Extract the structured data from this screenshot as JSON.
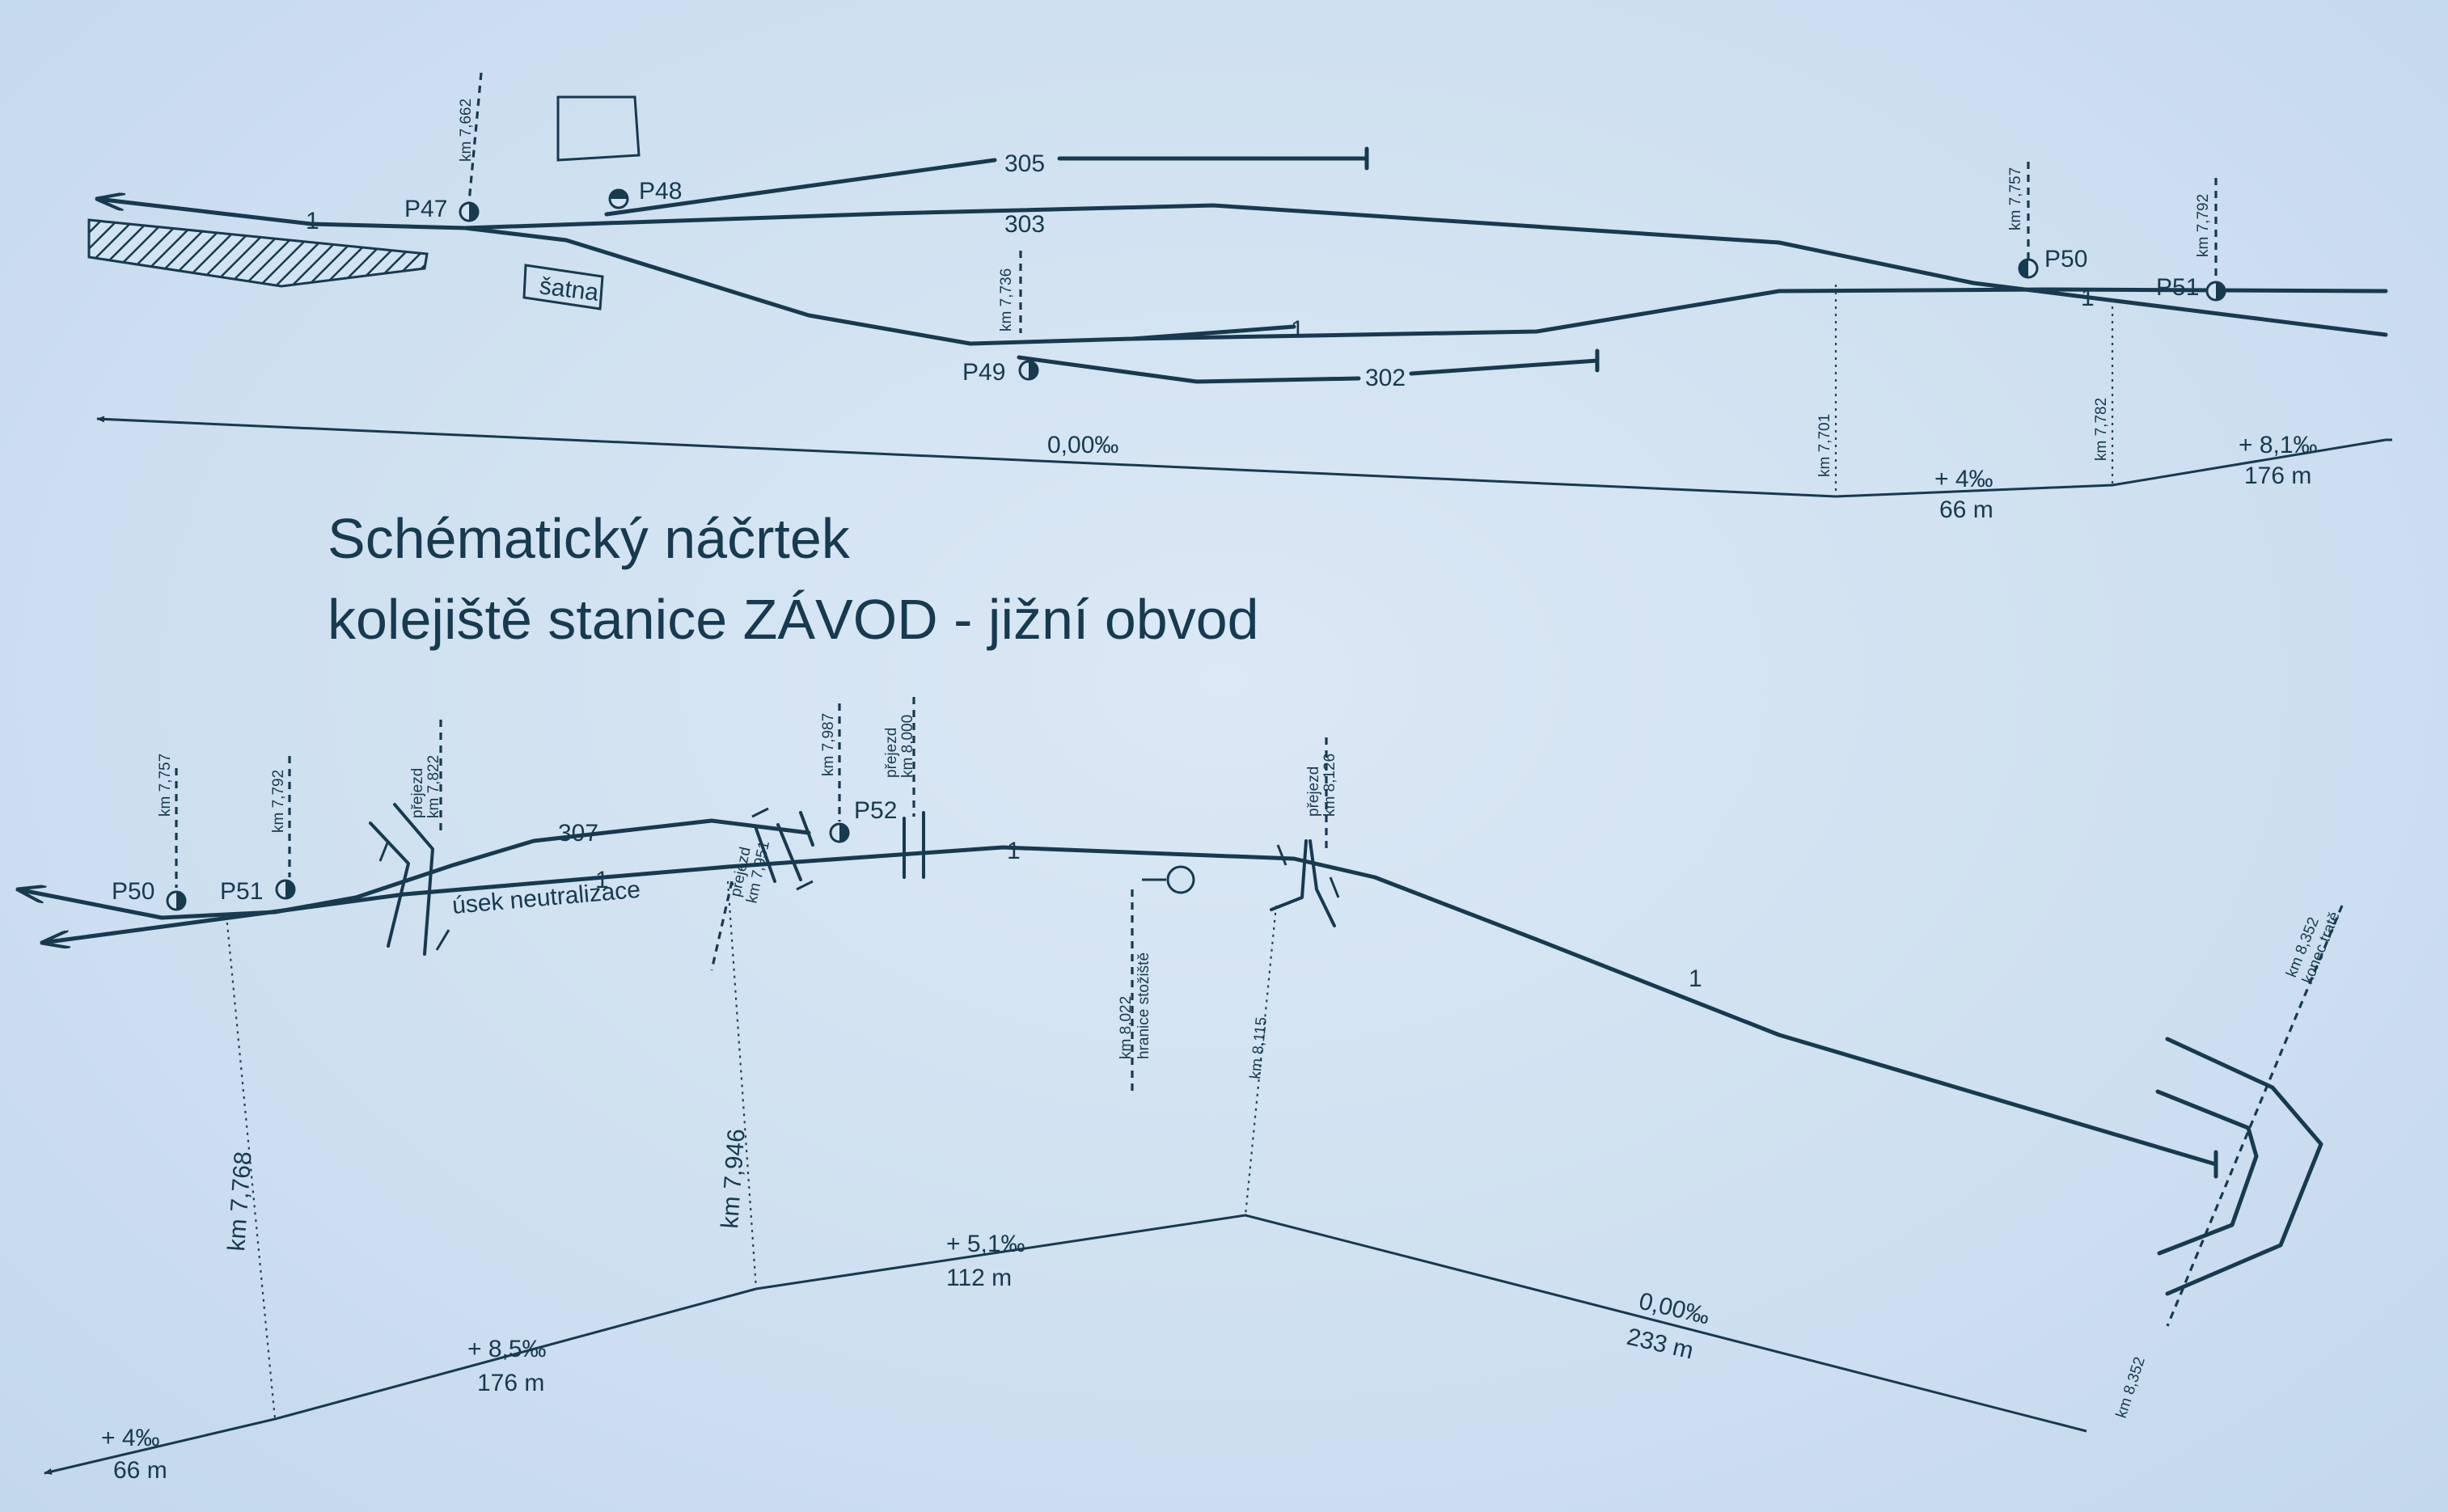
{
  "title": {
    "line1": "Schématický náčrtek",
    "line2": "kolejiště stanice ZÁVOD - jižní obvod"
  },
  "top": {
    "tracks": [
      "1",
      "303",
      "305",
      "302",
      "1",
      "1"
    ],
    "signals": [
      "P47",
      "P48",
      "P49",
      "P50",
      "P51"
    ],
    "building": "šatna",
    "km": [
      "km 7,662",
      "km 7,736",
      "km 7,757",
      "km 7,792",
      "km 7,701",
      "km 7,782"
    ],
    "gradients": [
      {
        "value": "0,00‰",
        "length": ""
      },
      {
        "value": "+ 4‰",
        "length": "66 m"
      },
      {
        "value": "+ 8,1‰",
        "length": "176 m"
      }
    ]
  },
  "bottom": {
    "tracks": [
      "307",
      "1",
      "1",
      "1"
    ],
    "signals": [
      "P50",
      "P51",
      "P52"
    ],
    "section": "úsek neutralizace",
    "km_markers": [
      "km 7,757",
      "km 7,792",
      "km 7,987"
    ],
    "crossings": [
      {
        "name": "přejezd",
        "km": "km 7,822"
      },
      {
        "name": "přejezd",
        "km": "km 8,000"
      },
      {
        "name": "přejezd",
        "km": "km 7,951"
      },
      {
        "name": "přejezd",
        "km": "km 8,126"
      }
    ],
    "boundary": {
      "km": "km 8,022",
      "label": "hranice stožiště"
    },
    "end": {
      "km": "km 8,352",
      "label": "konec tratě"
    },
    "profile_km": [
      "km 7,768",
      "km 7,946",
      "km 8,115",
      "km 8,352"
    ],
    "gradients": [
      {
        "value": "+ 4‰",
        "length": "66 m"
      },
      {
        "value": "+ 8,5‰",
        "length": "176 m"
      },
      {
        "value": "+ 5,1‰",
        "length": "112 m"
      },
      {
        "value": "0,00‰",
        "length": "233 m"
      }
    ]
  },
  "colors": {
    "ink": "#163a4f",
    "paper": "#d2e3f2"
  }
}
